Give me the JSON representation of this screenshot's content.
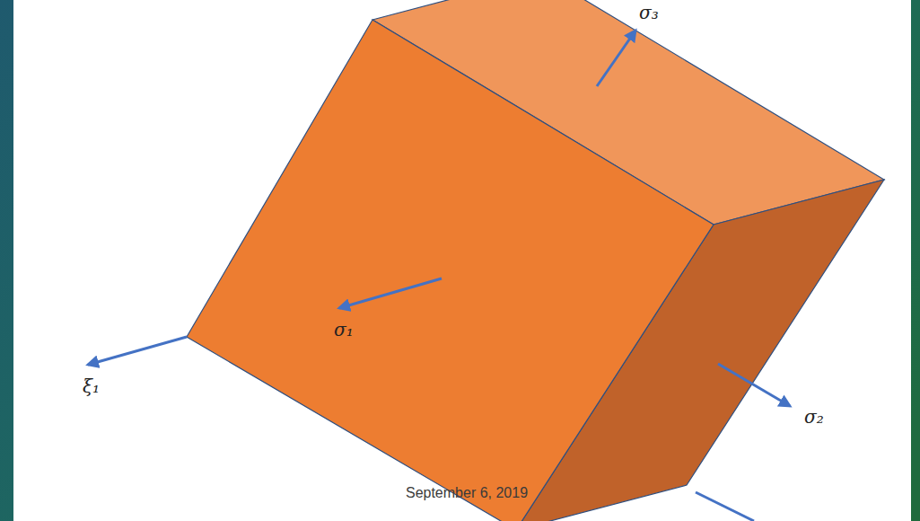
{
  "diagram": {
    "labels": [
      "σ₃",
      "σ₁",
      "ξ₁",
      "σ₂",
      "September 6, 2019"
    ]
  }
}
